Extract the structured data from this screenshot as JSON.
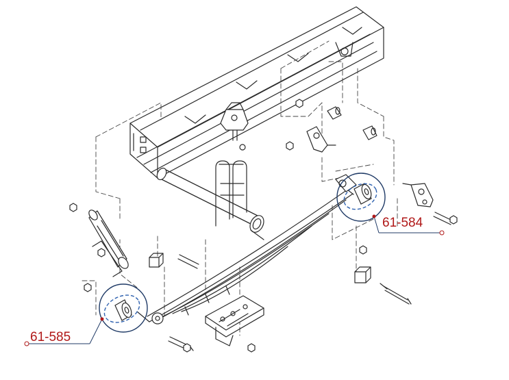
{
  "diagram": {
    "callouts": [
      {
        "id": "callout-61-584",
        "label": "61-584"
      },
      {
        "id": "callout-61-585",
        "label": "61-585"
      }
    ]
  },
  "colors": {
    "line": "#2a2a2a",
    "leader": "#1f3a66",
    "highlight_circle": "#1f3a66",
    "highlight_dash": "#2f62b0",
    "label": "#b01818",
    "fill_part": "#ffffff",
    "shade": "#d9d9d9"
  }
}
